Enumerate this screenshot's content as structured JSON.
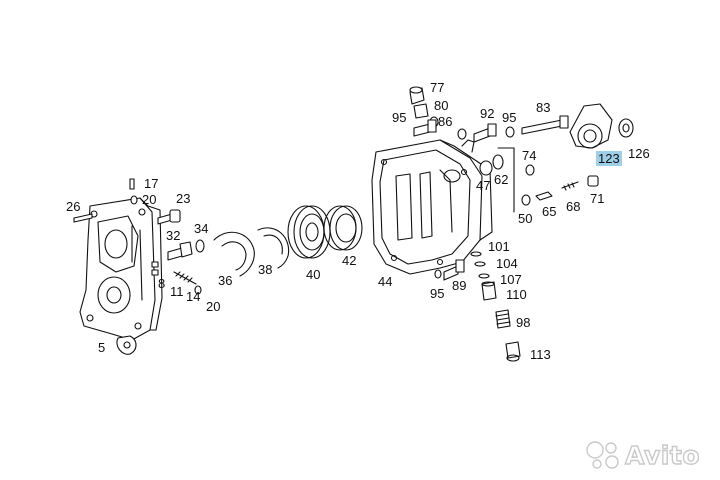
{
  "diagram": {
    "callouts": [
      "77",
      "80",
      "86",
      "95",
      "92",
      "95",
      "83",
      "74",
      "126",
      "123",
      "47",
      "62",
      "71",
      "68",
      "65",
      "50",
      "17",
      "20",
      "26",
      "23",
      "34",
      "32",
      "8",
      "11",
      "14",
      "20",
      "36",
      "38",
      "40",
      "42",
      "44",
      "101",
      "104",
      "107",
      "110",
      "95",
      "89",
      "98",
      "113",
      "5"
    ],
    "highlighted_callout": "123",
    "highlight_color": "#9ecfe8"
  },
  "watermark": {
    "brand": "Avito",
    "icon": "avito-dots-icon",
    "colors": [
      "#97cf26",
      "#0af",
      "#ff6163",
      "#965eeb"
    ]
  }
}
